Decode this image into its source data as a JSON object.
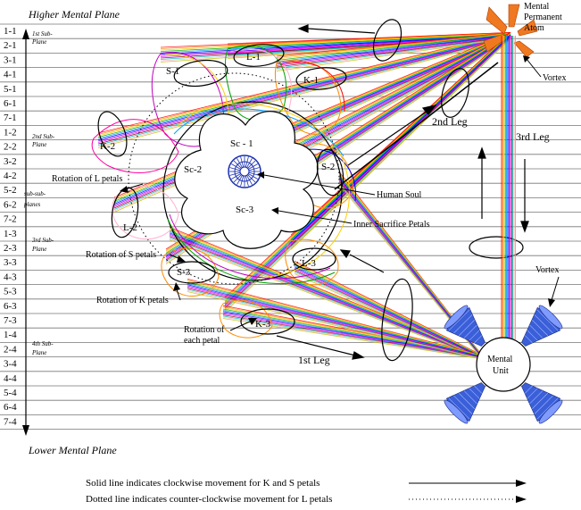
{
  "title_top": "Higher Mental Plane",
  "title_bottom": "Lower Mental Plane",
  "row_labels": [
    "1-1",
    "2-1",
    "3-1",
    "4-1",
    "5-1",
    "6-1",
    "7-1",
    "1-2",
    "2-2",
    "3-2",
    "4-2",
    "5-2",
    "6-2",
    "7-2",
    "1-3",
    "2-3",
    "3-3",
    "4-3",
    "5-3",
    "6-3",
    "7-3",
    "1-4",
    "2-4",
    "3-4",
    "4-4",
    "5-4",
    "6-4",
    "7-4"
  ],
  "subplane_labels": {
    "first": [
      "1st Sub-",
      "Plane"
    ],
    "second": [
      "2nd Sub-",
      "Plane"
    ],
    "subsub": [
      "sub-sub-",
      "planes"
    ],
    "third": [
      "3rd Sub-",
      "Plane"
    ],
    "fourth": [
      "4th Sub-",
      "Plane"
    ]
  },
  "atom_label": [
    "Mental",
    "Permanent",
    "Atom"
  ],
  "vortex_label": "Vortex",
  "unit_label": [
    "Mental",
    "Unit"
  ],
  "legs": {
    "first": "1st Leg",
    "second": "2nd Leg",
    "third": "3rd Leg"
  },
  "petals": {
    "sc1": "Sc - 1",
    "sc2": "Sc-2",
    "sc3": "Sc-3",
    "s1": "S-1",
    "s2": "S-2",
    "s3": "S-3",
    "l1": "L-1",
    "l2": "L-2",
    "l3": "L-3",
    "k1": "K-1",
    "k2": "K-2",
    "k3": "K-3"
  },
  "callouts": {
    "human_soul": "Human Soul",
    "inner_sacrifice": "Inner Sacrifice Petals",
    "rot_l": "Rotation of L petals",
    "rot_s": "Rotation of S  petals",
    "rot_k": "Rotation of K petals",
    "rot_each": [
      "Rotation of",
      "each petal"
    ]
  },
  "legend": {
    "solid": "Solid line indicates clockwise movement for K and S petals",
    "dotted": "Dotted line indicates counter-clockwise movement for L petals"
  },
  "colors": {
    "vortex_top": "#f07820",
    "vortex_bottom": "#3a5fd8",
    "soul": "#1a2fb0",
    "line_palette": [
      "#ff0000",
      "#ff8c00",
      "#ffd000",
      "#00b000",
      "#00a0ff",
      "#0000ff",
      "#8000ff",
      "#ff00ff",
      "#8b0000",
      "#00c0c0",
      "#ffb0d0",
      "#c0c000"
    ]
  }
}
